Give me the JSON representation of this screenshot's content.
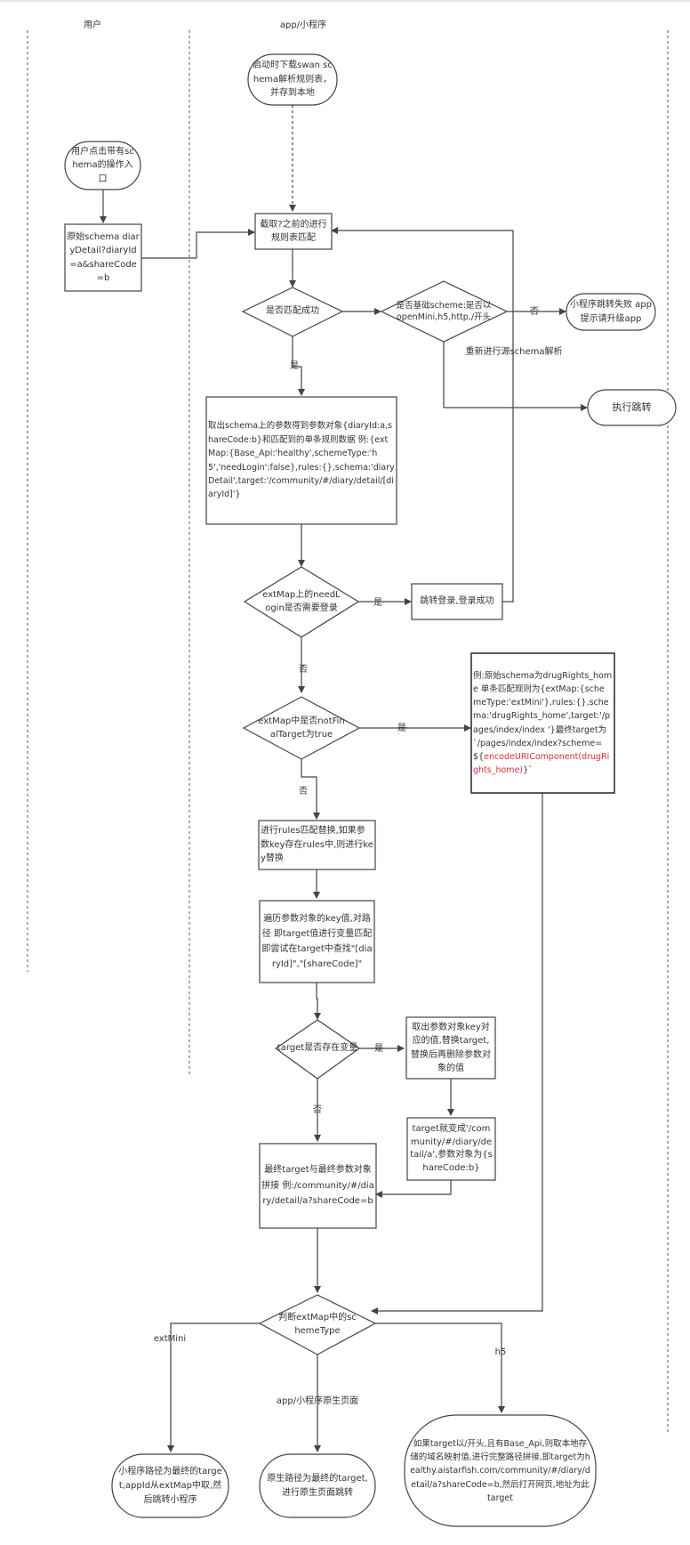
{
  "lanes": [
    "用户",
    "app/小程序"
  ],
  "nodes": {
    "download": "启动时下载swan schema解析规则表，并存到本地",
    "user_click": "用户点击带有schema的操作入口",
    "original_schema": "原始schema diaryDetail?diaryId=a&shareCode=b",
    "cut_match": "截取?之前的进行规则表匹配",
    "match_success": "是否匹配成功",
    "base_scheme": "是否基础scheme:是否以openMini,h5,http,/开头",
    "jump_fail": "小程序跳转失败 app提示请升级app",
    "exec_jump": "执行跳转",
    "extract_params": "取出schema上的参数得到参数对象{diaryId:a,shareCode:b}和匹配到的单条规则数据 例:{extMap:{Base_Api:'healthy',schemeType:'h5','needLogin':false},rules:{},schema:'diaryDetail',target:'/community/#/diary/detail/[diaryId]'}",
    "need_login": "extMap上的needLogin是否需要登录",
    "login_jump": "跳转登录,登录成功",
    "not_final_target": "extMap中是否notFinalTarget为true",
    "example_text": "例:原始schema为drugRights_home 单条匹配规则为{extMap:{schemeType:'extMini'},rules:{},schema:'drugRights_home',target:'/pages/index/index '}最终target为 `/pages/index/index?scheme=${",
    "example_highlight": "encodeURIComponent(drugRights_home)",
    "example_tail": "}`",
    "rules_replace": "进行rules匹配替换,如果参数key存在rules中,则进行key替换",
    "traverse": "遍历参数对象的key值,对路径 即target值进行变量匹配 即尝试在target中查找\"[diaryId]\",\"[shareCode]\"",
    "has_var": "target是否存在变量",
    "replace_target": "取出参数对象key对应的值,替换target,替换后再删除参数对象的值",
    "target_becomes": "target就变成'/community/#/diary/detail/a',参数对象为{shareCode:b}",
    "final_concat": "最终target与最终参数对象拼接 例:/community/#/diary/detail/a?shareCode=b",
    "judge_type": "判断extMap中的schemeType",
    "mini_path": "小程序路径为最终的target,appId从extMap中取,然后跳转小程序",
    "native_path": "原生路径为最终的target,进行原生页面跳转",
    "h5_path": "如果target以/开头,且有Base_Api,则取本地存储的域名映射值,进行完整路径拼接,即target为healthy.aistarfish.com/community/#/diary/detail/a?shareCode=b,然后打开网页,地址为此target"
  },
  "edge_labels": {
    "no_1": "否",
    "yes_1": "是",
    "reparse": "重新进行源schema解析",
    "yes_login": "是",
    "no_login": "否",
    "yes_final": "是",
    "no_final": "否",
    "yes_var": "是",
    "no_var": "否",
    "ext_mini": "extMini",
    "native_page": "app/小程序原生页面",
    "h5": "h5"
  },
  "colors": {
    "stroke": "#444444",
    "text": "#333333",
    "highlight": "#e0303a",
    "background": "#ffffff"
  }
}
